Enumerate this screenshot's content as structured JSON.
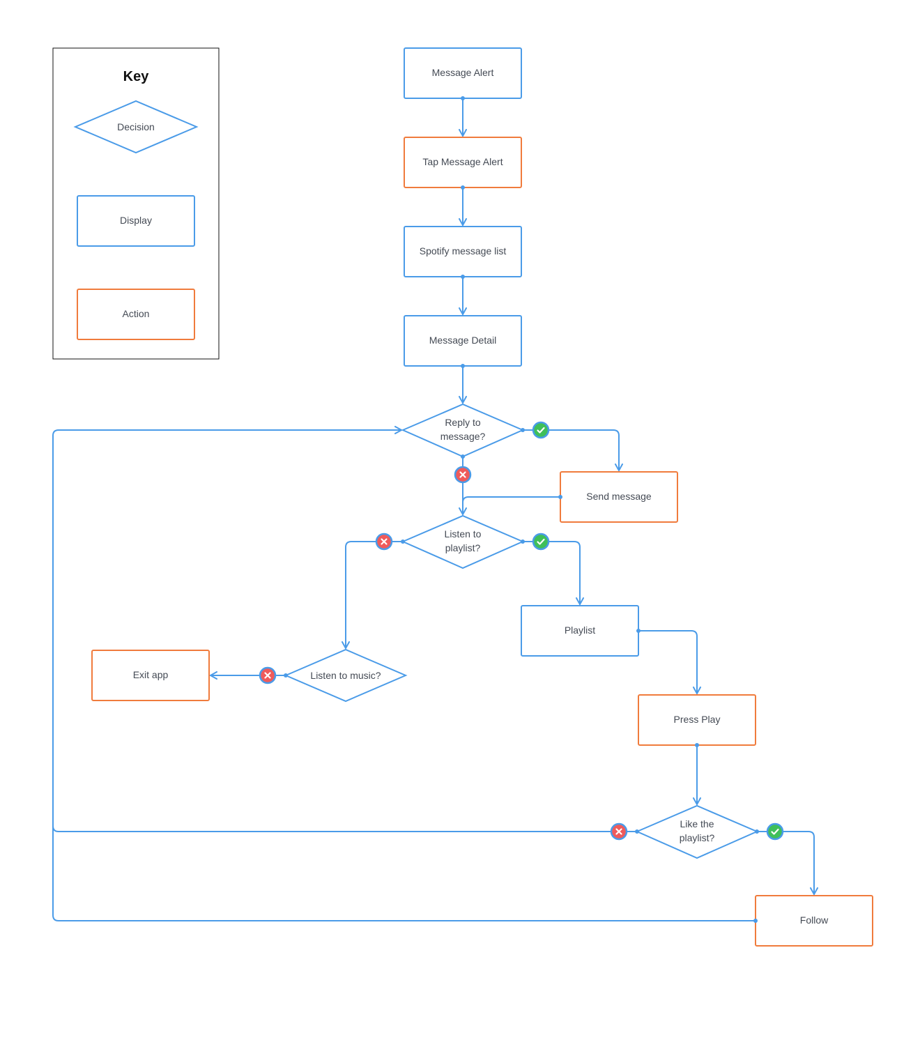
{
  "colors": {
    "display": "#4a9be8",
    "action": "#f07b3c",
    "connector": "#4a9be8",
    "yes": "#3fbf5a",
    "no": "#ef5b5b",
    "key_border": "#111111",
    "text": "#444a54"
  },
  "key": {
    "title": "Key",
    "decision_label": "Decision",
    "display_label": "Display",
    "action_label": "Action"
  },
  "nodes": {
    "message_alert": "Message Alert",
    "tap_message_alert": "Tap Message Alert",
    "spotify_message_list": "Spotify message list",
    "message_detail": "Message Detail",
    "reply_to_message": [
      "Reply to",
      "message?"
    ],
    "send_message": "Send message",
    "listen_to_playlist": [
      "Listen to",
      "playlist?"
    ],
    "playlist": "Playlist",
    "listen_to_music": "Listen to music?",
    "exit_app": "Exit app",
    "press_play": "Press Play",
    "like_the_playlist": [
      "Like the",
      "playlist?"
    ],
    "follow": "Follow"
  },
  "icons": {
    "yes": "check-icon",
    "no": "close-icon"
  }
}
